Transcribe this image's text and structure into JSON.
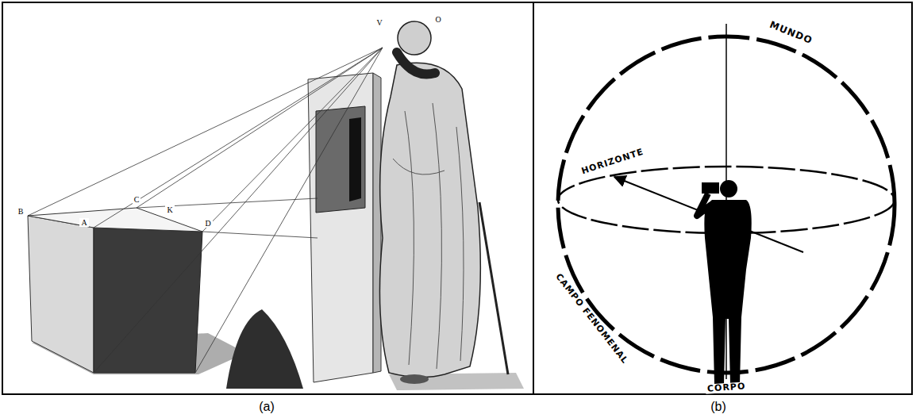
{
  "diagram": {
    "labels": [
      "B",
      "A",
      "C",
      "K",
      "D",
      "V",
      "O",
      "(a)",
      "MUNDO",
      "HORIZONTE",
      "CAMPO FENOMENAL",
      "CORPO",
      "(b)"
    ]
  }
}
